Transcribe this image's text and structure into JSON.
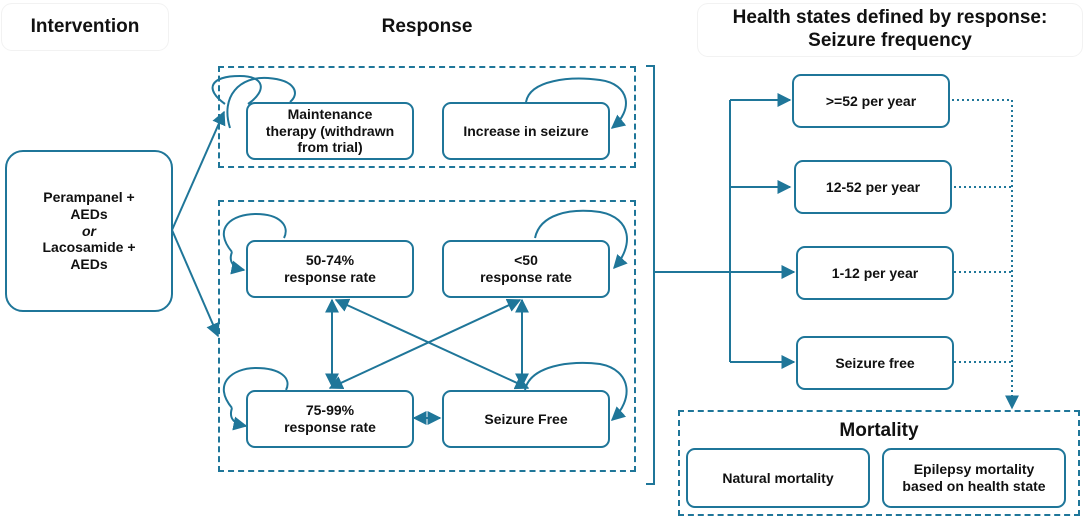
{
  "headers": {
    "intervention": "Intervention",
    "response": "Response",
    "health_line1": "Health states defined by response:",
    "health_line2": "Seizure frequency"
  },
  "intervention": {
    "line1": "Perampanel +",
    "line2": "AEDs",
    "or": "or",
    "line3": "Lacosamide +",
    "line4": "AEDs"
  },
  "response_top": {
    "maintenance": [
      "Maintenance",
      "therapy (withdrawn",
      "from trial)"
    ],
    "increase": "Increase in seizure"
  },
  "response_bottom": {
    "r50_74": [
      "50-74%",
      "response rate"
    ],
    "lt50": [
      "<50",
      "response rate"
    ],
    "r75_99": [
      "75-99%",
      "response rate"
    ],
    "seizure_free": "Seizure Free"
  },
  "health_states": [
    ">=52 per year",
    "12-52 per year",
    "1-12 per year",
    "Seizure free"
  ],
  "mortality": {
    "title": "Mortality",
    "natural": "Natural mortality",
    "epilepsy": [
      "Epilepsy mortality",
      "based on health state"
    ]
  },
  "colors": {
    "line": "#1f7699"
  }
}
